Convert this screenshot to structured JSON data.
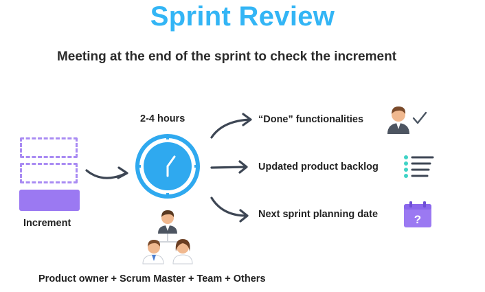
{
  "title": "Sprint Review",
  "subtitle": "Meeting at the end of the sprint to check the increment",
  "increment": {
    "label": "Increment"
  },
  "timebox": {
    "label": "2-4 hours"
  },
  "outputs": [
    {
      "label": "“Done” functionalities",
      "icon": "person-check-icon"
    },
    {
      "label": "Updated product backlog",
      "icon": "list-icon"
    },
    {
      "label": "Next sprint planning date",
      "icon": "calendar-question-icon",
      "icon_text": "?"
    }
  ],
  "participants": {
    "label": "Product owner + Scrum Master + Team + Others"
  },
  "colors": {
    "title": "#33b5f5",
    "clock": "#2fa9ef",
    "increment": "#9b79f2",
    "arrow": "#3d4654",
    "list_dot": "#3fd3c6"
  }
}
